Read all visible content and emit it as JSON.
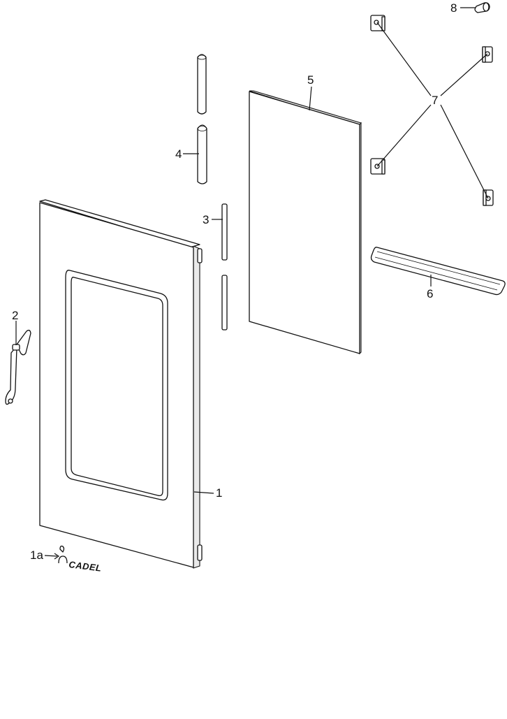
{
  "diagram": {
    "kind": "exploded parts view",
    "part_labels": {
      "p1": "1",
      "p1a": "1a",
      "p2": "2",
      "p3": "3",
      "p4": "4",
      "p5": "5",
      "p6": "6",
      "p7": "7",
      "p8": "8"
    },
    "logo_text": "CADEL"
  }
}
